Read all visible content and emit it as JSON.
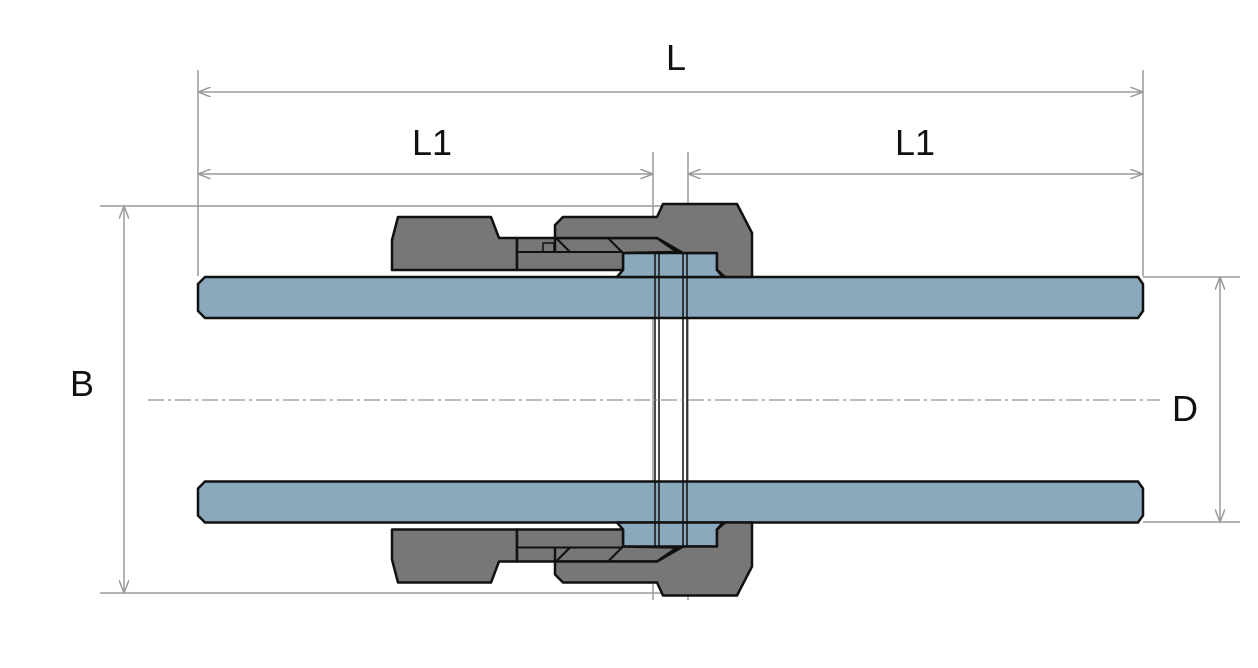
{
  "labels": {
    "overall_length": "L",
    "left_half_length": "L1",
    "right_half_length": "L1",
    "outer_diameter_nut": "B",
    "pipe_diameter": "D"
  },
  "colors": {
    "pipe": "#8aa9bc",
    "fitting": "#777777",
    "dimension": "#9a9a9a"
  }
}
